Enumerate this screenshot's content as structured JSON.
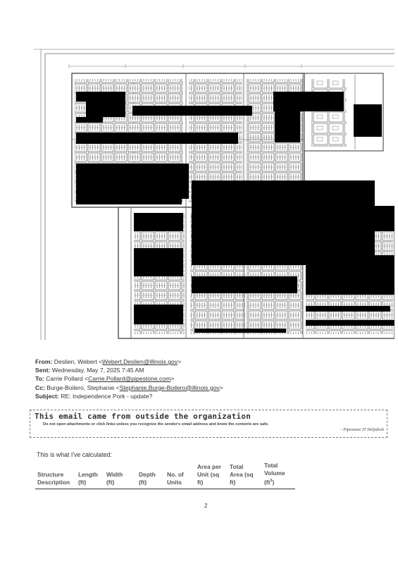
{
  "floor_plan": {
    "description_text": "",
    "top_dim_label": "",
    "redacted": true
  },
  "email": {
    "from_label": "From:",
    "from_name": "Deslien, Webert",
    "from_email": "Webert.Deslien@illinois.gov",
    "sent_label": "Sent:",
    "sent_value": "Wednesday, May 7, 2025 7:45 AM",
    "to_label": "To:",
    "to_name": "Carrie Pollard",
    "to_email": "Carrie.Pollard@pipestone.com",
    "cc_label": "Cc:",
    "cc_name": "Burge-Boilero, Stephanie",
    "cc_email": "Stephanie.Burge-Boilero@illinois.gov",
    "subject_label": "Subject:",
    "subject_value": "RE: Independence Pork - update?"
  },
  "banner": {
    "title": "This email came from outside the organization",
    "warning": "Do not open attachments or click links unless you recognize the sender's email address and know the contents are safe.",
    "signature": "- Pipestone IT Helpdesk"
  },
  "body": {
    "intro": "This is what I've calculated:",
    "table_headers": [
      [
        "Structure",
        "Description"
      ],
      [
        "Length",
        "(ft)"
      ],
      [
        "Width",
        "(ft)"
      ],
      [
        "Depth",
        "(ft)"
      ],
      [
        "No. of",
        "Units"
      ],
      [
        "Area per",
        "Unit (sq",
        "ft)"
      ],
      [
        "Total",
        "Area (sq",
        "ft)"
      ],
      [
        "Total",
        "Volume",
        "(ft",
        "3",
        ")"
      ]
    ]
  },
  "page_number": "2"
}
